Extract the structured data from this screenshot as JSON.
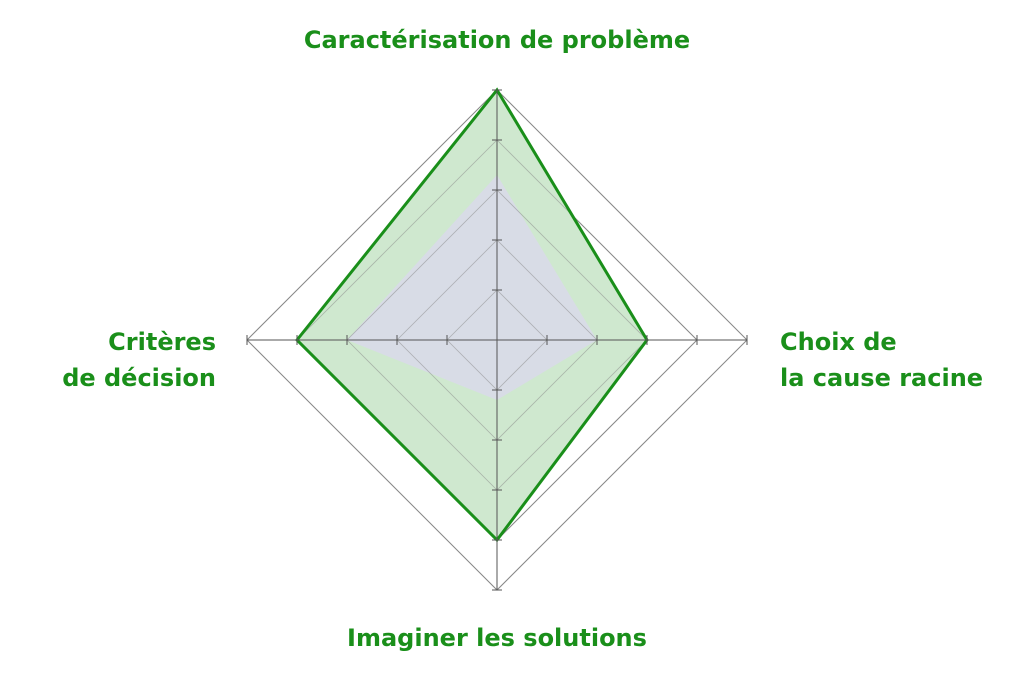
{
  "colors": {
    "label": "#1a8f1a",
    "green_stroke": "#1a8f1a",
    "green_fill": "#cfe8cf",
    "grey_fill": "#d8dce6",
    "grid": "#8a8a8a",
    "axis": "#555555"
  },
  "chart_data": {
    "type": "radar",
    "title": "",
    "axes": [
      {
        "name": "Caractérisation de problème",
        "lines": [
          "Caractérisation de problème"
        ]
      },
      {
        "name": "Choix de la cause racine",
        "lines": [
          "Choix de",
          "la cause racine"
        ]
      },
      {
        "name": "Imaginer les solutions",
        "lines": [
          "Imaginer les solutions"
        ]
      },
      {
        "name": "Critères de décision",
        "lines": [
          "Critères",
          "de décision"
        ]
      }
    ],
    "range": [
      0,
      5
    ],
    "grid_levels": [
      1,
      2,
      3,
      4,
      5
    ],
    "grid": true,
    "legend": "none",
    "series": [
      {
        "values": [
          5,
          3,
          4,
          4
        ],
        "style": "green-outline"
      },
      {
        "values": [
          3.3,
          2,
          1.2,
          3
        ],
        "style": "grey-fill"
      }
    ]
  }
}
